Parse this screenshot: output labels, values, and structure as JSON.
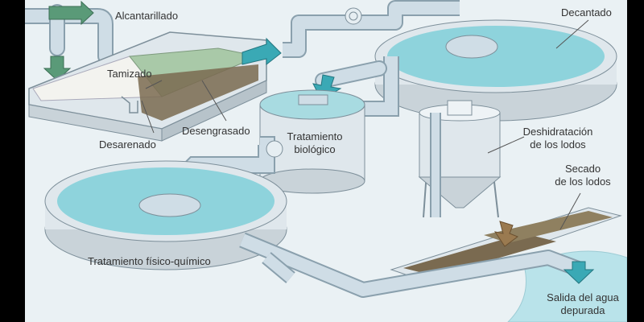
{
  "labels": {
    "alcantarillado": "Alcantarillado",
    "tamizado": "Tamizado",
    "desarenado": "Desarenado",
    "desengrasado": "Desengrasado",
    "decantado": "Decantado",
    "tratamiento_biologico": [
      "Tratamiento",
      "biológico"
    ],
    "deshidratacion": [
      "Deshidratación",
      "de los lodos"
    ],
    "secado": [
      "Secado",
      "de los lodos"
    ],
    "fisico_quimico": "Tratamiento físico-químico",
    "salida": [
      "Salida del agua",
      "depurada"
    ]
  },
  "colors": {
    "pipe": "#cfdde6",
    "pipe_stroke": "#8aa0ad",
    "water": "#8ed3dc",
    "tank_wall": "#dfe7ec",
    "sludge": "#7a6a50",
    "flow_arrow": "#3aa9b5",
    "inlet_arrow": "#5a9a78",
    "frame": "#000000"
  }
}
